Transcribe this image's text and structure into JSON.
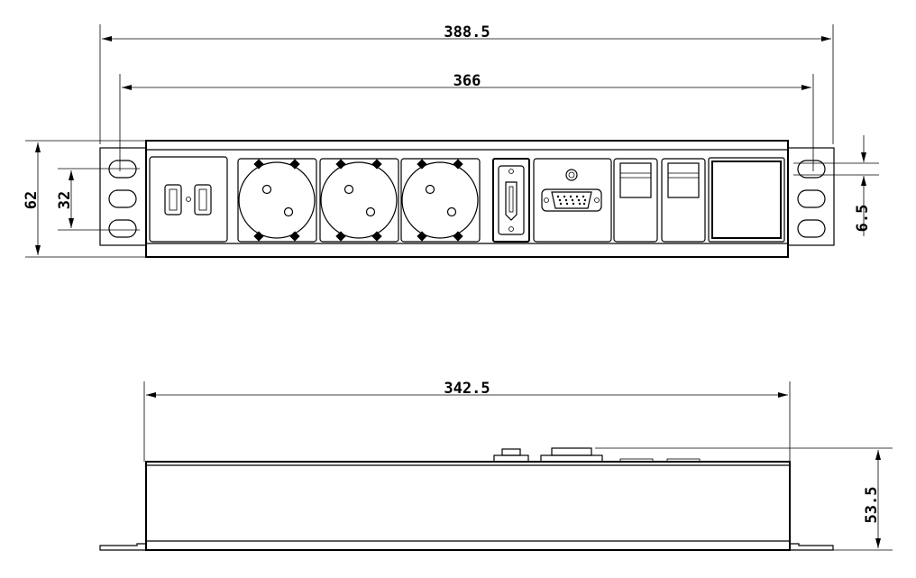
{
  "drawing": {
    "front_view": {
      "overall_width": "388.5",
      "mount_hole_spacing": "366",
      "height": "62",
      "inner_hole_spacing": "32",
      "slot_dimension": "6.5"
    },
    "side_view": {
      "body_width": "342.5",
      "depth": "53.5"
    }
  }
}
